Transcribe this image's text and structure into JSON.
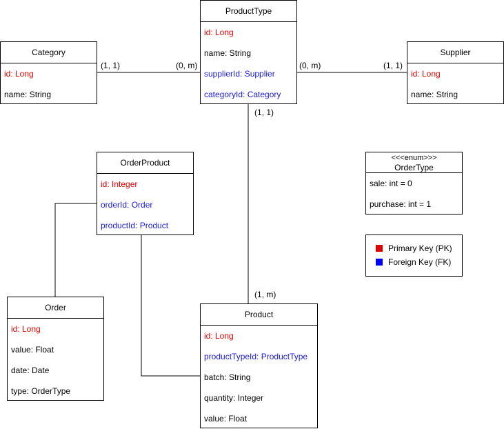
{
  "colors": {
    "pk": "#e00000",
    "fk": "#1a1ae6",
    "line": "#000000"
  },
  "entities": {
    "producttype": {
      "title": "ProductType",
      "fields": [
        "id: Long",
        "name: String",
        "supplierId: Supplier",
        "categoryId: Category"
      ]
    },
    "category": {
      "title": "Category",
      "fields": [
        "id: Long",
        "name: String"
      ]
    },
    "supplier": {
      "title": "Supplier",
      "fields": [
        "id: Long",
        "name: String"
      ]
    },
    "orderproduct": {
      "title": "OrderProduct",
      "fields": [
        "id: Integer",
        "orderId: Order",
        "productId: Product"
      ]
    },
    "order": {
      "title": "Order",
      "fields": [
        "id: Long",
        "value: Float",
        "date: Date",
        "type: OrderType"
      ]
    },
    "product": {
      "title": "Product",
      "fields": [
        "id: Long",
        "productTypeId: ProductType",
        "batch: String",
        "quantity: Integer",
        "value: Float"
      ]
    }
  },
  "enum": {
    "stereotype": "<<<enum>>>",
    "title": "OrderType",
    "values": [
      "sale: int = 0",
      "purchase: int = 1"
    ]
  },
  "legend": {
    "pk_label": "Primary Key (PK)",
    "fk_label": "Foreign Key (FK)"
  },
  "cardinalities": {
    "category_side": "(1, 1)",
    "pt_category_side": "(0, m)",
    "pt_supplier_side": "(0, m)",
    "supplier_side": "(1, 1)",
    "pt_product_side": "(1, 1)",
    "product_side": "(1, m)"
  }
}
